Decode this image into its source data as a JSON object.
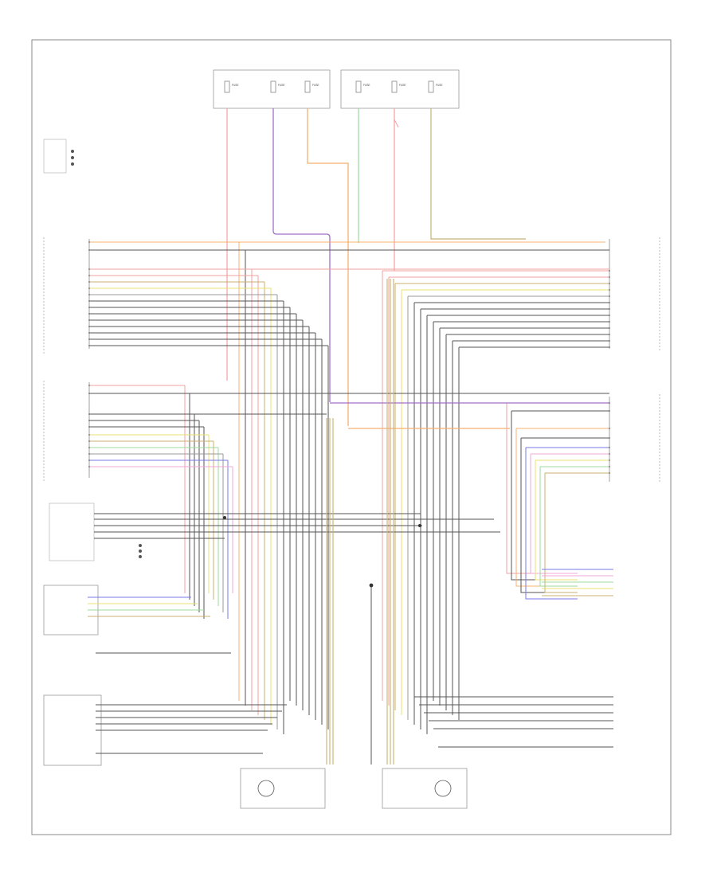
{
  "diagram": {
    "footer_code": "",
    "top_fuse_box_left": {
      "label": "",
      "fuses": [
        {
          "id": "fuse-1",
          "text": "FUSE"
        },
        {
          "id": "fuse-2",
          "text": "FUSE"
        },
        {
          "id": "fuse-3",
          "text": "FUSE"
        }
      ]
    },
    "top_fuse_box_right": {
      "label": "",
      "fuses": [
        {
          "id": "fuse-4",
          "text": "FUSE"
        },
        {
          "id": "fuse-5",
          "text": "FUSE"
        },
        {
          "id": "fuse-6",
          "text": "FUSE"
        }
      ]
    },
    "left_ground_legend": {
      "label": "",
      "items": [
        "",
        "",
        ""
      ]
    },
    "modules": {
      "left_front_door": "",
      "right_front_door": "",
      "left_rear_door": "",
      "right_rear_door": "",
      "left_window_switch": "",
      "right_window_switch": "",
      "left_rear_window_switch": "",
      "right_rear_window_switch": "",
      "left_front_window_motor": "",
      "right_front_window_motor": "",
      "center_splice": ""
    },
    "wire_colors": {
      "red": "#f2a0a0",
      "orange": "#f5b070",
      "purple": "#a070c8",
      "green": "#9ed89e",
      "yellow": "#e8e070",
      "blue": "#7a7ae8",
      "pink": "#f0a8d8",
      "gray": "#9a9a9a",
      "dark": "#555555",
      "tan": "#c8b070"
    }
  }
}
